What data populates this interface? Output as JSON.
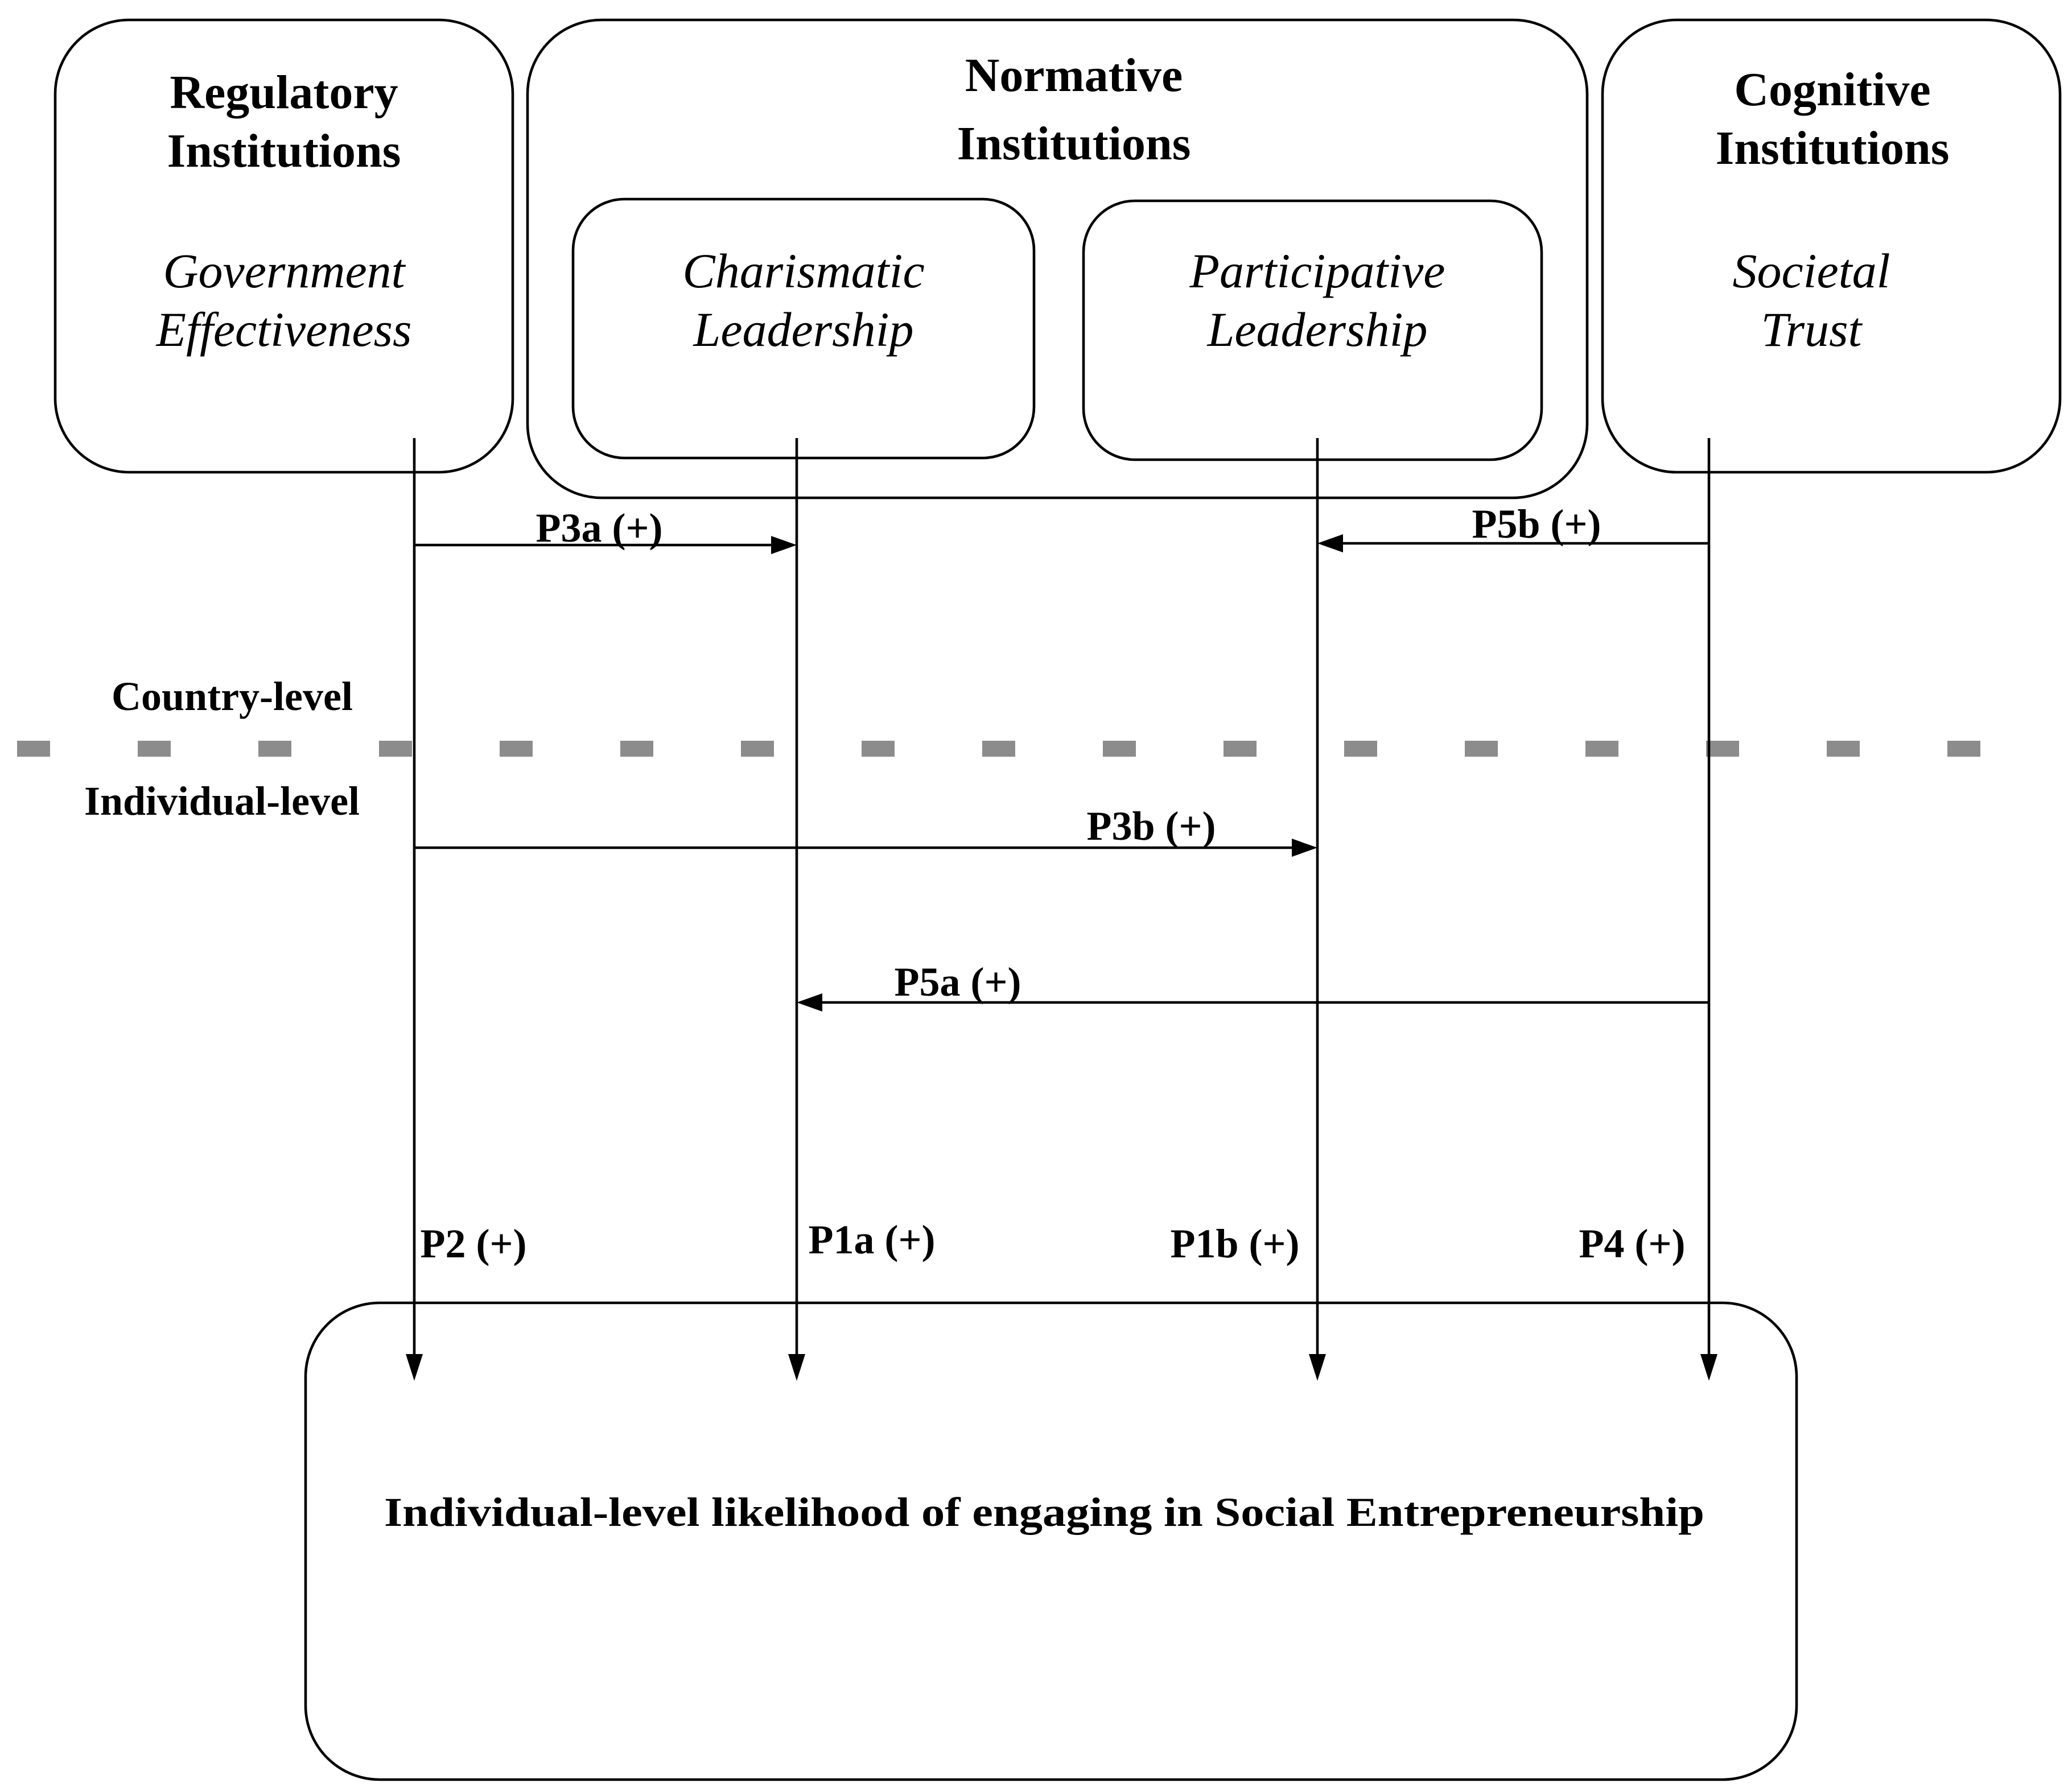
{
  "regulatory": {
    "title_line1": "Regulatory",
    "title_line2": "Institutions",
    "construct_line1": "Government",
    "construct_line2": "Effectiveness"
  },
  "normative": {
    "title_line1": "Normative",
    "title_line2": "Institutions",
    "charismatic_line1": "Charismatic",
    "charismatic_line2": "Leadership",
    "participative_line1": "Participative",
    "participative_line2": "Leadership"
  },
  "cognitive": {
    "title_line1": "Cognitive",
    "title_line2": "Institutions",
    "construct_line1": "Societal",
    "construct_line2": "Trust"
  },
  "levels": {
    "country": "Country-level",
    "individual": "Individual-level"
  },
  "propositions": {
    "p3a": "P3a (+)",
    "p5b": "P5b (+)",
    "p3b": "P3b (+)",
    "p5a": "P5a (+)",
    "p2": "P2 (+)",
    "p1a": "P1a (+)",
    "p1b": "P1b (+)",
    "p4": "P4 (+)"
  },
  "outcome": {
    "label": "Individual-level likelihood of engaging in Social Entrepreneurship"
  }
}
